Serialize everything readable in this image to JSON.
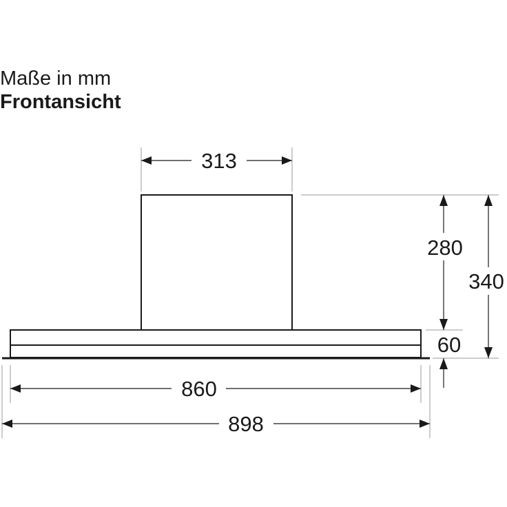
{
  "header": {
    "units_label": "Maße in mm",
    "view_label": "Frontansicht"
  },
  "dimensions": {
    "chimney_width": "313",
    "chimney_height": "280",
    "total_height": "340",
    "body_height": "60",
    "body_width": "860",
    "total_width": "898"
  },
  "colors": {
    "line": "#1a1a1a",
    "extension_line": "#9a9a9a",
    "background": "#ffffff"
  }
}
